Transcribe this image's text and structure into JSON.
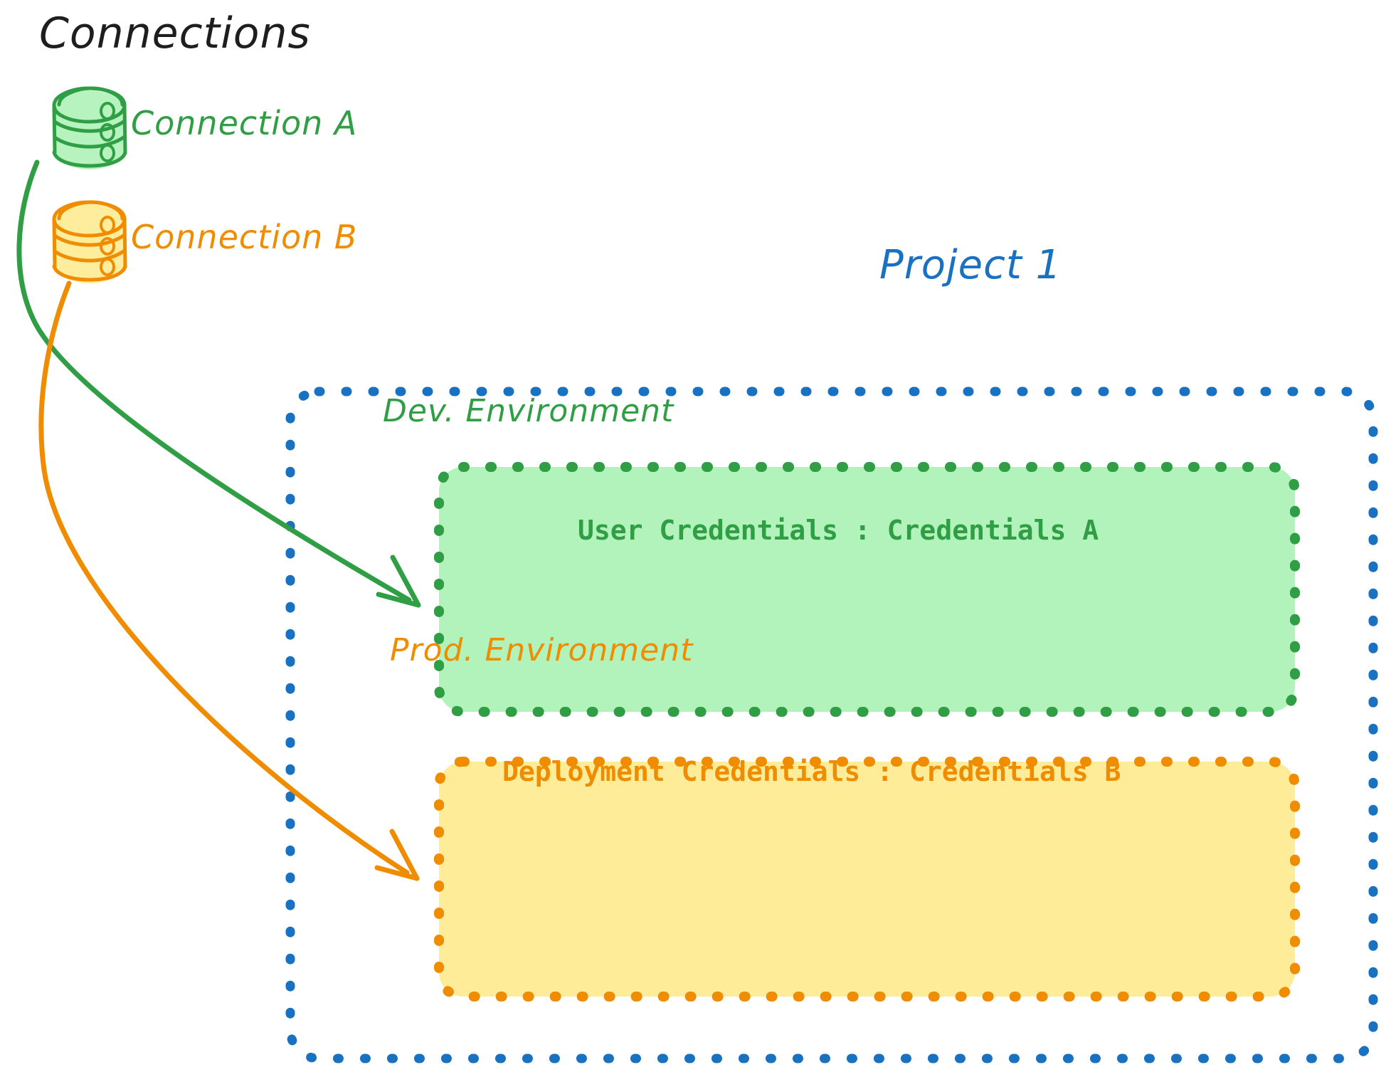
{
  "diagram": {
    "title": "Connections",
    "style": "hand-drawn sketch (excalidraw-like)",
    "background": "#ffffff"
  },
  "palette": {
    "green_stroke": "#2f9e44",
    "green_fill": "#b2f2bb",
    "orange_stroke": "#f08c00",
    "orange_fill": "#ffec99",
    "blue_stroke": "#1971c2",
    "black_text": "#1e1e1e"
  },
  "connections": {
    "heading": "Connections",
    "items": [
      {
        "id": "connection-a",
        "label": "Connection A",
        "color": "#2f9e44",
        "fill": "#b2f2bb",
        "icon": "database-cylinder-icon"
      },
      {
        "id": "connection-b",
        "label": "Connection B",
        "color": "#f08c00",
        "fill": "#ffec99",
        "icon": "database-cylinder-icon"
      }
    ]
  },
  "project": {
    "label": "Project 1",
    "color": "#1971c2",
    "border": "dotted",
    "environments": [
      {
        "id": "dev-environment",
        "title": "Dev. Environment",
        "credential_label": "User Credentials",
        "credential_separator": ":",
        "credential_value": "Credentials A",
        "credential_line": "User Credentials : Credentials A",
        "color": "#2f9e44",
        "fill": "#b2f2bb"
      },
      {
        "id": "prod-environment",
        "title": "Prod. Environment",
        "credential_label": "Deployment Credentials",
        "credential_separator": ":",
        "credential_value": "Credentials B",
        "credential_line": "Deployment Credentials : Credentials B",
        "color": "#f08c00",
        "fill": "#ffec99"
      }
    ]
  },
  "arrows": [
    {
      "id": "arrow-connection-a-to-dev",
      "from": "connection-a",
      "to": "dev-environment",
      "color": "#2f9e44"
    },
    {
      "id": "arrow-connection-b-to-prod",
      "from": "connection-b",
      "to": "prod-environment",
      "color": "#f08c00"
    }
  ]
}
